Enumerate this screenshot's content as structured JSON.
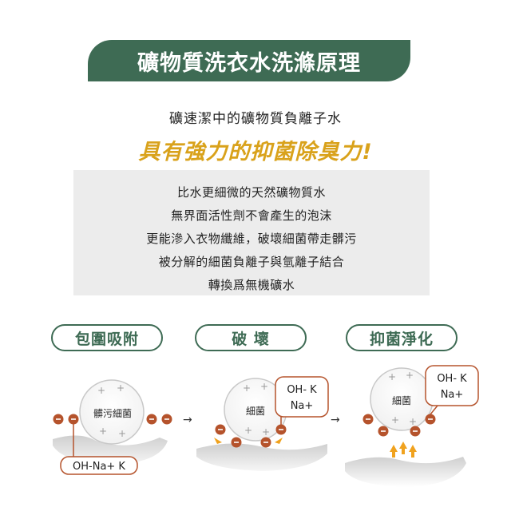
{
  "title": "礦物質洗衣水洗滌原理",
  "subtitle": "礦速潔中的礦物質負離子水",
  "headline": "具有強力的抑菌除臭力!",
  "info_lines": [
    "比水更細微的天然礦物質水",
    "無界面活性劑不會產生的泡沫",
    "更能滲入衣物纖維，破壞細菌帶走髒污",
    "被分解的細菌負離子與氫離子結合",
    "轉換爲無機礦水"
  ],
  "stages": [
    {
      "label": "包圍吸附",
      "particle": "髒污細菌",
      "ion_label": "OH-Na+ K"
    },
    {
      "label": "破  壞",
      "particle": "細菌",
      "ion_label_line1": "OH- K",
      "ion_label_line2": "Na+"
    },
    {
      "label": "抑菌淨化",
      "particle": "細菌",
      "ion_label_line1": "OH- K",
      "ion_label_line2": "Na+"
    }
  ],
  "colors": {
    "brand_green": "#3e6b54",
    "headline_gold": "#d9a21b",
    "ion_brown": "#b5532c",
    "arrow_orange": "#f0a21e",
    "box_gray": "#ececec"
  }
}
